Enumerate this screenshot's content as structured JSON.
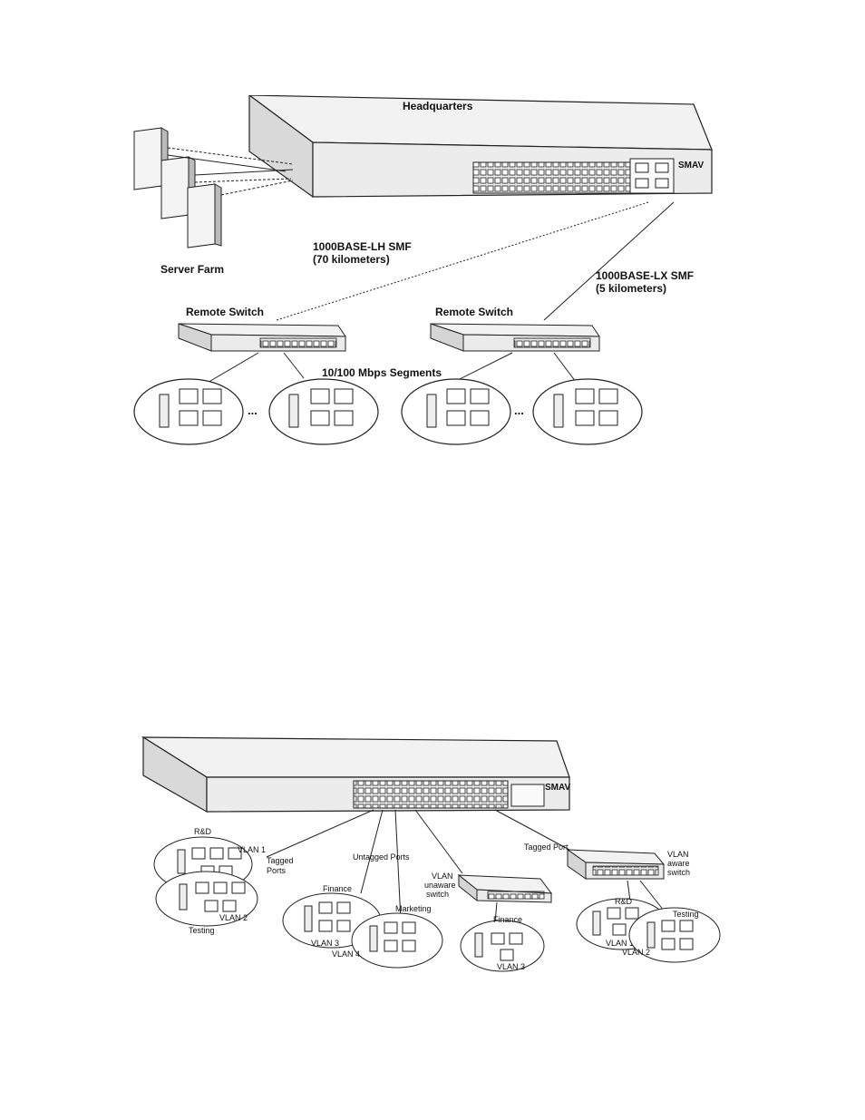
{
  "figure1": {
    "headquarters_label": "Headquarters",
    "server_farm_label": "Server Farm",
    "switch_brand": "SMAV",
    "link_lh_line1": "1000BASE-LH SMF",
    "link_lh_line2": "(70 kilometers)",
    "link_lx_line1": "1000BASE-LX SMF",
    "link_lx_line2": "(5 kilometers)",
    "remote_switch_left": "Remote Switch",
    "remote_switch_right": "Remote Switch",
    "segments_label": "10/100 Mbps Segments",
    "ellipsis_left": "...",
    "ellipsis_right": "..."
  },
  "figure2": {
    "switch_brand": "SMAV",
    "rd_label": "R&D",
    "vlan1_label": "VLAN 1",
    "tagged_ports_line1": "Tagged",
    "tagged_ports_line2": "Ports",
    "vlan2_label": "VLAN 2",
    "testing_label": "Testing",
    "untagged_ports_label": "Untagged Ports",
    "finance_label": "Finance",
    "marketing_label": "Marketing",
    "vlan3_label": "VLAN 3",
    "vlan4_label": "VLAN 4",
    "vlan_unaware_line1": "VLAN",
    "vlan_unaware_line2": "unaware",
    "vlan_unaware_line3": "switch",
    "finance_right_label": "Finance",
    "vlan3_right_label": "VLAN 3",
    "tagged_port_label": "Tagged Port",
    "vlan_aware_line1": "VLAN",
    "vlan_aware_line2": "aware",
    "vlan_aware_line3": "switch",
    "rd_right_label": "R&D",
    "testing_right_label": "Testing",
    "vlan1_right_label": "VLAN 1",
    "vlan2_right_label": "VLAN 2"
  }
}
